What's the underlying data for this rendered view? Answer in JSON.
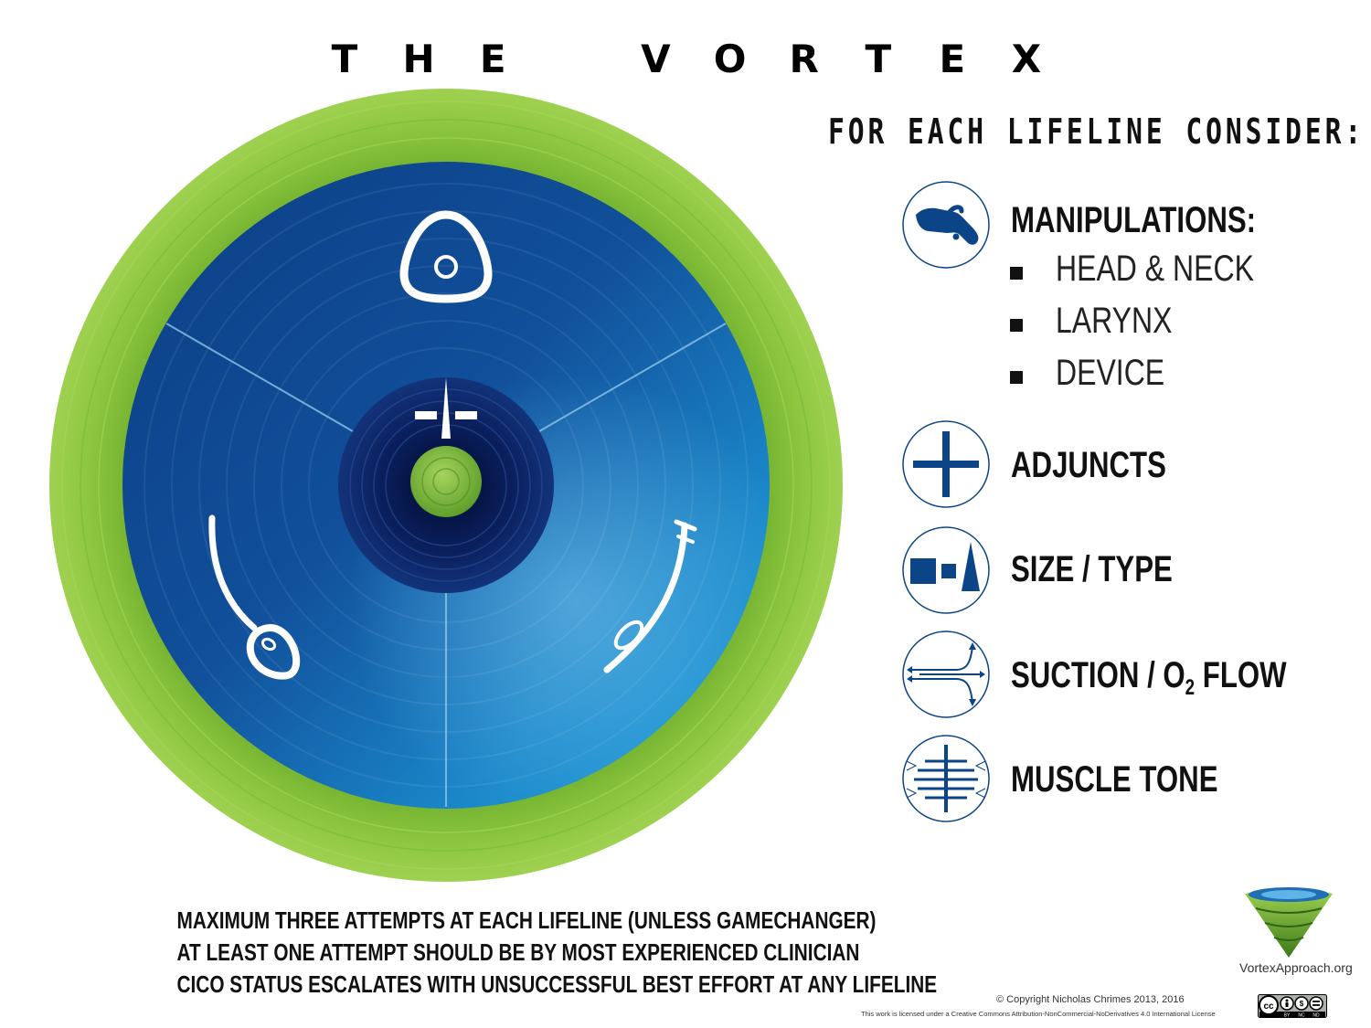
{
  "title_letters": [
    "T",
    "H",
    "E",
    "V",
    "O",
    "R",
    "T",
    "E",
    "X"
  ],
  "consider_heading": "FOR EACH LIFELINE CONSIDER:",
  "manipulations": {
    "label": "MANIPULATIONS:",
    "items": [
      "HEAD & NECK",
      "LARYNX",
      "DEVICE"
    ]
  },
  "adjuncts": {
    "label": "ADJUNCTS"
  },
  "size_type": {
    "label": "SIZE / TYPE"
  },
  "suction": {
    "label_pre": "SUCTION / O",
    "label_sub": "2",
    "label_post": " FLOW"
  },
  "muscle_tone": {
    "label": "MUSCLE TONE"
  },
  "rules": [
    "MAXIMUM THREE ATTEMPTS AT EACH LIFELINE (UNLESS GAMECHANGER)",
    "AT LEAST ONE ATTEMPT SHOULD BE BY MOST EXPERIENCED CLINICIAN",
    "CICO STATUS ESCALATES WITH UNSUCCESSFUL BEST EFFORT AT ANY LIFELINE"
  ],
  "footer": {
    "site": "VortexApproach.org",
    "copyright": "© Copyright Nicholas Chrimes 2013, 2016",
    "license": "This work is licensed under a Creative Commons Attribution-NonCommercial-NoDerivatives 4.0 International License",
    "cc_badge": {
      "main": "cc",
      "terms": [
        "BY",
        "NC",
        "ND"
      ]
    }
  },
  "colors": {
    "green": "#8cc63f",
    "blue_dark": "#0d3d7f",
    "blue_light": "#1d8fd0",
    "icon_blue": "#0c4587"
  },
  "icons": {
    "manipulations": "hand-icon",
    "adjuncts": "plus-icon",
    "size_type": "shapes-icon",
    "suction": "flow-arrows-icon",
    "muscle_tone": "muscle-icon",
    "lifeline_top": "face-mask-icon",
    "lifeline_left": "supraglottic-airway-icon",
    "lifeline_right": "endotracheal-tube-icon",
    "center": "cricothyroid-icon"
  }
}
